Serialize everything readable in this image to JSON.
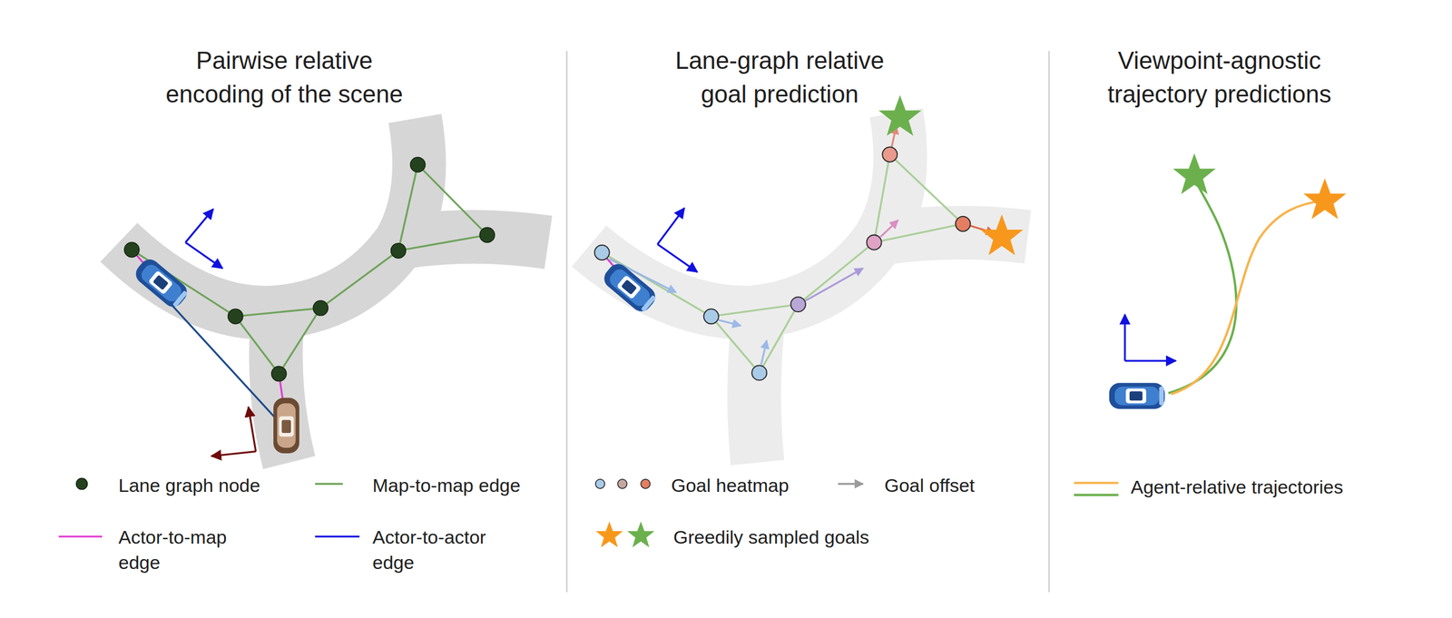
{
  "diagram": {
    "labels": [
      "Pairwise relative encoding of the scene",
      "Lane-graph relative goal prediction",
      "Viewpoint-agnostic trajectory predictions"
    ],
    "legend": [
      {
        "text": "Lane graph node"
      },
      {
        "text": "Map-to-map edge"
      },
      {
        "text": "Actor-to-map edge"
      },
      {
        "text": "Actor-to-actor edge"
      },
      {
        "text": "Goal heatmap"
      },
      {
        "text": "Goal offset"
      },
      {
        "text": "Greedily sampled goals"
      },
      {
        "text": "Agent-relative trajectories"
      }
    ]
  }
}
